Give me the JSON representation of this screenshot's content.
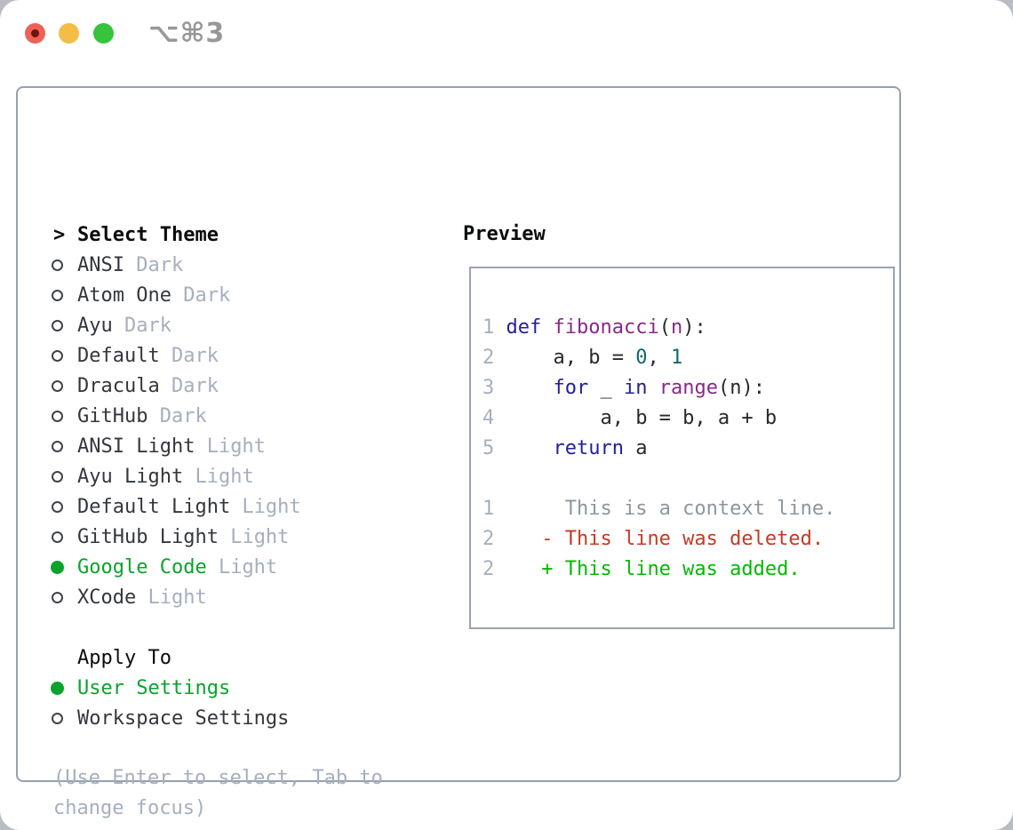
{
  "window": {
    "title": "⌥⌘3",
    "traffic_lights": {
      "close": "close-button",
      "minimize": "minimize-button",
      "zoom": "zoom-button"
    }
  },
  "theme_panel": {
    "header": {
      "pointer": ">",
      "label": "Select Theme"
    },
    "items": [
      {
        "name": "ANSI",
        "variant": "Dark",
        "selected": false
      },
      {
        "name": "Atom One",
        "variant": "Dark",
        "selected": false
      },
      {
        "name": "Ayu",
        "variant": "Dark",
        "selected": false
      },
      {
        "name": "Default",
        "variant": "Dark",
        "selected": false
      },
      {
        "name": "Dracula",
        "variant": "Dark",
        "selected": false
      },
      {
        "name": "GitHub",
        "variant": "Dark",
        "selected": false
      },
      {
        "name": "ANSI Light",
        "variant": "Light",
        "selected": false
      },
      {
        "name": "Ayu Light",
        "variant": "Light",
        "selected": false
      },
      {
        "name": "Default Light",
        "variant": "Light",
        "selected": false
      },
      {
        "name": "GitHub Light",
        "variant": "Light",
        "selected": false
      },
      {
        "name": "Google Code",
        "variant": "Light",
        "selected": true
      },
      {
        "name": "XCode",
        "variant": "Light",
        "selected": false
      }
    ],
    "apply_to": {
      "label": "Apply To",
      "options": [
        {
          "label": "User Settings",
          "selected": true
        },
        {
          "label": "Workspace Settings",
          "selected": false
        }
      ]
    },
    "hint_lines": [
      "(Use Enter to select, Tab to",
      "change focus)"
    ]
  },
  "preview": {
    "label": "Preview",
    "code": {
      "language": "python",
      "lines": [
        {
          "num": "1",
          "tokens": [
            {
              "t": "def",
              "c": "kw"
            },
            {
              "t": " "
            },
            {
              "t": "fibonacci",
              "c": "fn"
            },
            {
              "t": "("
            },
            {
              "t": "n",
              "c": "fn"
            },
            {
              "t": "):"
            }
          ]
        },
        {
          "num": "2",
          "tokens": [
            {
              "t": "    a, b = "
            },
            {
              "t": "0",
              "c": "nm"
            },
            {
              "t": ", "
            },
            {
              "t": "1",
              "c": "nm"
            }
          ]
        },
        {
          "num": "3",
          "tokens": [
            {
              "t": "    "
            },
            {
              "t": "for",
              "c": "kw"
            },
            {
              "t": " _ "
            },
            {
              "t": "in",
              "c": "kw"
            },
            {
              "t": " "
            },
            {
              "t": "range",
              "c": "fn"
            },
            {
              "t": "(n):"
            }
          ]
        },
        {
          "num": "4",
          "tokens": [
            {
              "t": "        a, b = b, a + b"
            }
          ]
        },
        {
          "num": "5",
          "tokens": [
            {
              "t": "    "
            },
            {
              "t": "return",
              "c": "kw"
            },
            {
              "t": " a"
            }
          ]
        }
      ]
    },
    "diff": {
      "lines": [
        {
          "num": "1",
          "sign": "",
          "text": "This is a context line.",
          "kind": "context"
        },
        {
          "num": "2",
          "sign": "-",
          "text": "This line was deleted.",
          "kind": "deleted"
        },
        {
          "num": "2",
          "sign": "+",
          "text": "This line was added.",
          "kind": "added"
        }
      ]
    }
  },
  "colors": {
    "selection_green": "#0aa32c",
    "added_green": "#03b803",
    "deleted_red": "#c63a23",
    "keyword_navy": "#21219b",
    "function_purple": "#872a88",
    "number_teal": "#0e6a6c",
    "muted_gray": "#a6afbe",
    "text_dark": "#33373d",
    "border_gray": "#97a1ad"
  }
}
